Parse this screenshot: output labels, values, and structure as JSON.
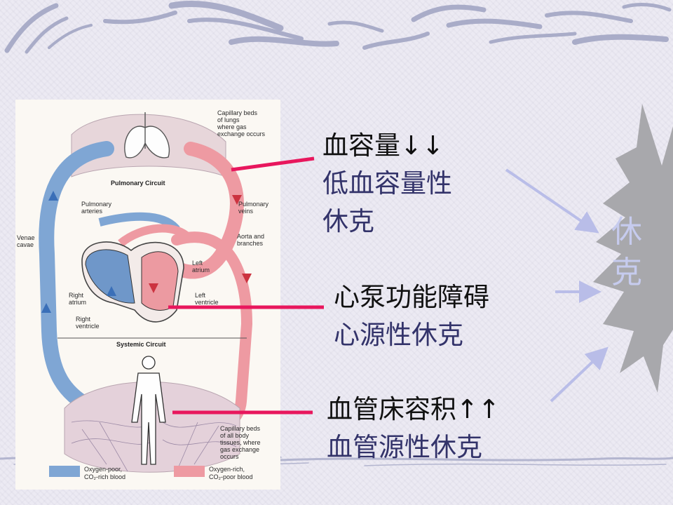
{
  "diagram": {
    "labels": {
      "capillary_lungs": [
        "Capillary beds",
        "of lungs",
        "where gas",
        "exchange occurs"
      ],
      "pulmonary_circuit": "Pulmonary Circuit",
      "pulmonary_arteries": [
        "Pulmonary",
        "arteries"
      ],
      "pulmonary_veins": [
        "Pulmonary",
        "veins"
      ],
      "venae_cavae": [
        "Venae",
        "cavae"
      ],
      "aorta_branches": [
        "Aorta and",
        "branches"
      ],
      "left_atrium": [
        "Left",
        "atrium"
      ],
      "left_ventricle": [
        "Left",
        "ventricle"
      ],
      "right_atrium": [
        "Right",
        "atrium"
      ],
      "right_ventricle": [
        "Right",
        "ventricle"
      ],
      "systemic_circuit": "Systemic Circuit",
      "capillary_body": [
        "Capillary beds",
        "of all body",
        "tissues, where",
        "gas exchange",
        "occurs"
      ]
    },
    "legend": {
      "oxygen_poor": [
        "Oxygen-poor,",
        "CO₂-rich blood"
      ],
      "oxygen_rich": [
        "Oxygen-rich,",
        "CO₂-poor blood"
      ]
    }
  },
  "causes": [
    {
      "condition": "血容量↓↓",
      "shock_type": [
        "低血容量性",
        "休克"
      ]
    },
    {
      "condition": "心泵功能障碍",
      "shock_type": [
        "心源性休克"
      ]
    },
    {
      "condition": "血管床容积↑↑",
      "shock_type": [
        "血管源性休克"
      ]
    }
  ],
  "result": {
    "label": [
      "休",
      "克"
    ]
  },
  "colors": {
    "connector_line": "#e8175d",
    "arrow": "#b9bde8",
    "burst": "#a8a8ac",
    "shock_text": "#c6cbee",
    "deoxy_blood": "#7fa6d4",
    "oxy_blood": "#ee9aa2"
  }
}
